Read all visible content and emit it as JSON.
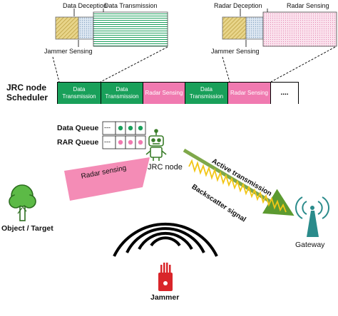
{
  "top_left": {
    "data_deception": "Data Deception",
    "data_transmission": "Data Transmission",
    "jammer_sensing": "Jammer Sensing"
  },
  "top_right": {
    "radar_deception": "Radar Deception",
    "radar_sensing": "Radar Sensing",
    "jammer_sensing": "Jammer Sensing"
  },
  "scheduler": {
    "label": "JRC node Scheduler",
    "segments": [
      {
        "label": "Data Transmission",
        "color": "#19a05a"
      },
      {
        "label": "Data Transmission",
        "color": "#19a05a"
      },
      {
        "label": "Radar Sensing",
        "color": "#f07ab0"
      },
      {
        "label": "Data Transmission",
        "color": "#19a05a"
      },
      {
        "label": "Radar Sensing",
        "color": "#f07ab0"
      },
      {
        "label": "....",
        "color": "#ffffff"
      }
    ]
  },
  "queues": {
    "data_queue": "Data Queue",
    "rar_queue": "RAR Queue",
    "dashes": "---"
  },
  "node": {
    "jrc_node": "JRC node",
    "radar_sensing": "Radar sensing",
    "active_transmission": "Active transmission",
    "backscatter_signal": "Backscatter signal"
  },
  "entities": {
    "object_target": "Object / Target",
    "gateway": "Gateway",
    "jammer": "Jammer"
  },
  "colors": {
    "green": "#19a05a",
    "pink": "#f07ab0",
    "yellow_stripe": "#d9c36b",
    "blue_stripe": "#b8cde0",
    "tree_green": "#4caf3c",
    "gateway_teal": "#2a8b8b",
    "jammer_red": "#d9252a",
    "beam_pink": "#f48cb6"
  }
}
